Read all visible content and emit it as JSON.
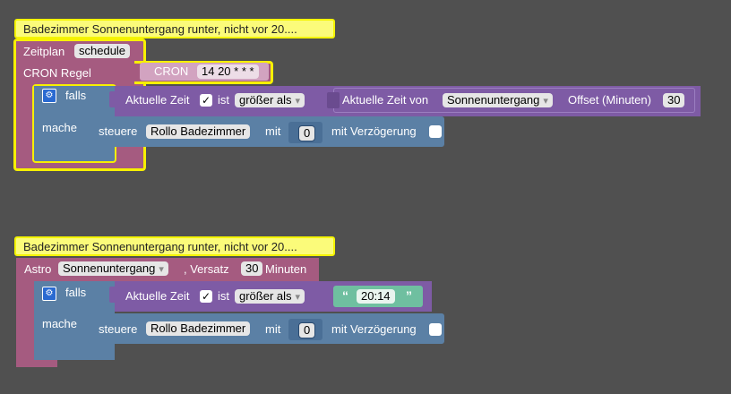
{
  "block1": {
    "comment": "Badezimmer Sonnenuntergang runter, nicht vor 20....",
    "zeitplan_label": "Zeitplan",
    "zeitplan_value": "schedule",
    "cron_regel_label": "CRON Regel",
    "cron_label": "CRON",
    "cron_value": "14 20 * * *",
    "falls_label": "falls",
    "mache_label": "mache",
    "aktuelle_zeit_label": "Aktuelle Zeit",
    "ist_label": "ist",
    "operator": "größer als",
    "aktuelle_zeit_von_label": "Aktuelle Zeit von",
    "astro_event": "Sonnenuntergang",
    "offset_label": "Offset (Minuten)",
    "offset_value": "30",
    "steuere_label": "steuere",
    "device": "Rollo Badezimmer",
    "mit_label": "mit",
    "value": "0",
    "delay_label": "mit Verzögerung",
    "check_mark": "✓"
  },
  "block2": {
    "comment": "Badezimmer Sonnenuntergang runter, nicht vor 20....",
    "astro_label": "Astro",
    "astro_event": "Sonnenuntergang",
    "versatz_label": ", Versatz",
    "versatz_value": "30",
    "minuten_label": "Minuten",
    "falls_label": "falls",
    "mache_label": "mache",
    "aktuelle_zeit_label": "Aktuelle Zeit",
    "ist_label": "ist",
    "operator": "größer als",
    "time_value": "20:14",
    "quote_open": "“",
    "quote_close": "”",
    "steuere_label": "steuere",
    "device": "Rollo Badezimmer",
    "mit_label": "mit",
    "value": "0",
    "delay_label": "mit Verzögerung",
    "check_mark": "✓"
  },
  "colors": {
    "workspace": "#505050",
    "schedule_block": "#a55b80",
    "control_block": "#5b80a5",
    "logic_block": "#7e5ba5",
    "comment_bg": "#fbfb7a",
    "selection": "#f7f000"
  },
  "icons": {
    "gear": "gear-icon"
  }
}
